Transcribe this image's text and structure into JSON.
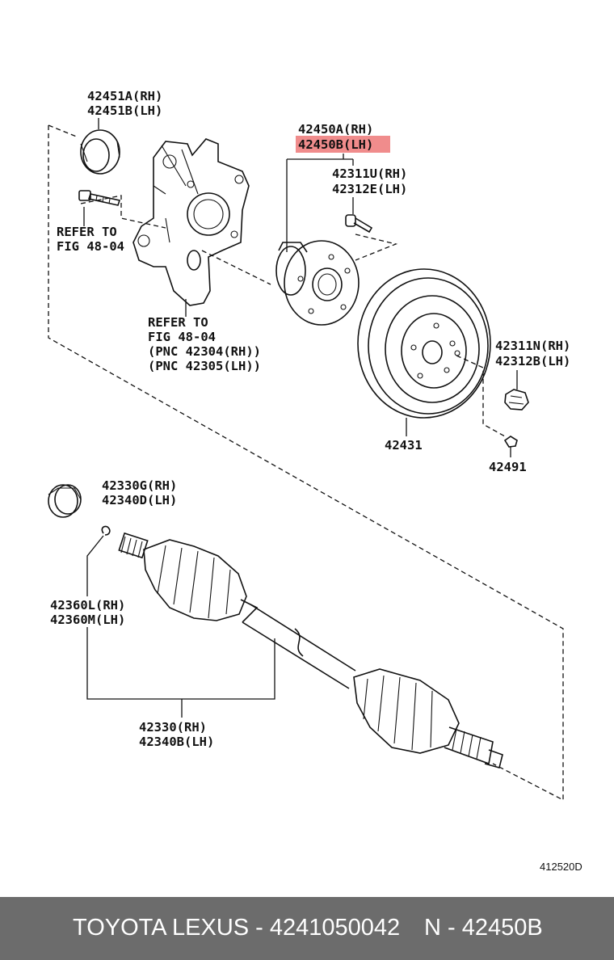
{
  "labels": {
    "l_42451A": "42451A(RH)",
    "l_42451B": "42451B(LH)",
    "refer1_a": "REFER TO",
    "refer1_b": "FIG 48-04",
    "refer2_a": "REFER TO",
    "refer2_b": "FIG 48-04",
    "pnc_rh": "(PNC 42304(RH))",
    "pnc_lh": "(PNC 42305(LH))",
    "l_42450A": "42450A(RH)",
    "l_42450B": "42450B(LH)",
    "l_42311U": "42311U(RH)",
    "l_42312E": "42312E(LH)",
    "l_42311N": "42311N(RH)",
    "l_42312B": "42312B(LH)",
    "l_42431": "42431",
    "l_42491": "42491",
    "l_42330G": "42330G(RH)",
    "l_42340D": "42340D(LH)",
    "l_42360L": "42360L(RH)",
    "l_42360M": "42360M(LH)",
    "l_42330": "42330(RH)",
    "l_42340B": "42340B(LH)",
    "diagram_code": "412520D"
  },
  "highlight": {
    "part": "42450B(LH)",
    "color": "#f08c8c"
  },
  "footer": {
    "brand_part": "TOYOTA LEXUS - 4241050042",
    "ref": "N - 42450B",
    "background": "#6c6c6c"
  }
}
